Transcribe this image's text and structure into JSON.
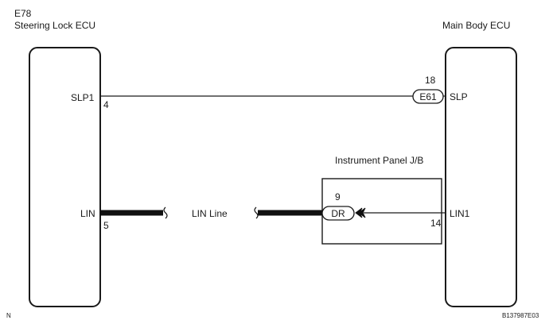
{
  "left_ecu": {
    "code": "E78",
    "name": "Steering Lock ECU"
  },
  "right_ecu": {
    "name": "Main Body ECU"
  },
  "junction_block": {
    "name": "Instrument Panel J/B"
  },
  "terminals": {
    "slp1_name": "SLP1",
    "slp1_pin": "4",
    "slp_name": "SLP",
    "e61_pin": "18",
    "e61_connector": "E61",
    "lin_name": "LIN",
    "lin_pin": "5",
    "dr_pin": "9",
    "dr_connector": "DR",
    "lin1_name": "LIN1",
    "lin1_pin": "14"
  },
  "wire_labels": {
    "lin_line": "LIN Line"
  },
  "footer": {
    "corner_mark": "N",
    "figure_id": "B137987E03"
  },
  "colors": {
    "line": "#1a1a1a",
    "background": "#ffffff"
  }
}
